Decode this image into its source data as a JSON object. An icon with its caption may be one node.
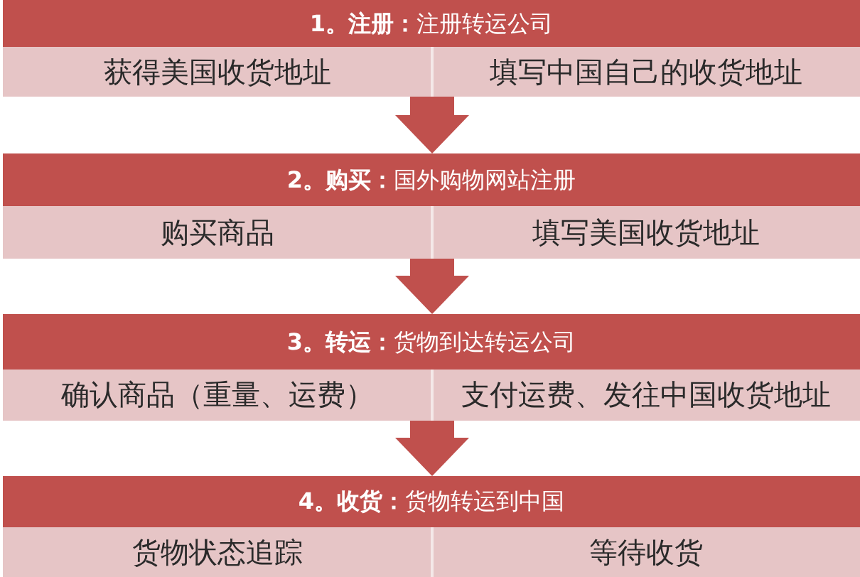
{
  "diagram": {
    "nodes": [
      {
        "text": [
          "**1。注册：**注册转运公司"
        ]
      },
      {
        "text": [
          "获得美国收货地址"
        ],
        "in": 0
      },
      {
        "text": [
          "填写中国自己的收货地址"
        ],
        "in": 0
      },
      {
        "text": [
          "**2。购买：**国外购物网站注册"
        ]
      },
      {
        "text": [
          "购买商品"
        ],
        "in": 3
      },
      {
        "text": [
          "填写美国收货地址"
        ],
        "in": 3
      },
      {
        "text": [
          "**3。转运：**货物到达转运公司"
        ]
      },
      {
        "text": [
          "确认商品（重量、运费）"
        ],
        "in": 6
      },
      {
        "text": [
          "支付运费、发往中国收货地址"
        ],
        "in": 6
      },
      {
        "text": [
          "**4。收货：**货物转运到中国"
        ]
      },
      {
        "text": [
          "货物状态追踪"
        ],
        "in": 9
      },
      {
        "text": [
          "等待收货"
        ],
        "in": 9
      }
    ],
    "edges": [
      {
        "from": 0,
        "to": 3,
        "arrow": "to"
      },
      {
        "from": 3,
        "to": 6,
        "arrow": "to"
      },
      {
        "from": 6,
        "to": 9,
        "arrow": "to"
      }
    ]
  }
}
